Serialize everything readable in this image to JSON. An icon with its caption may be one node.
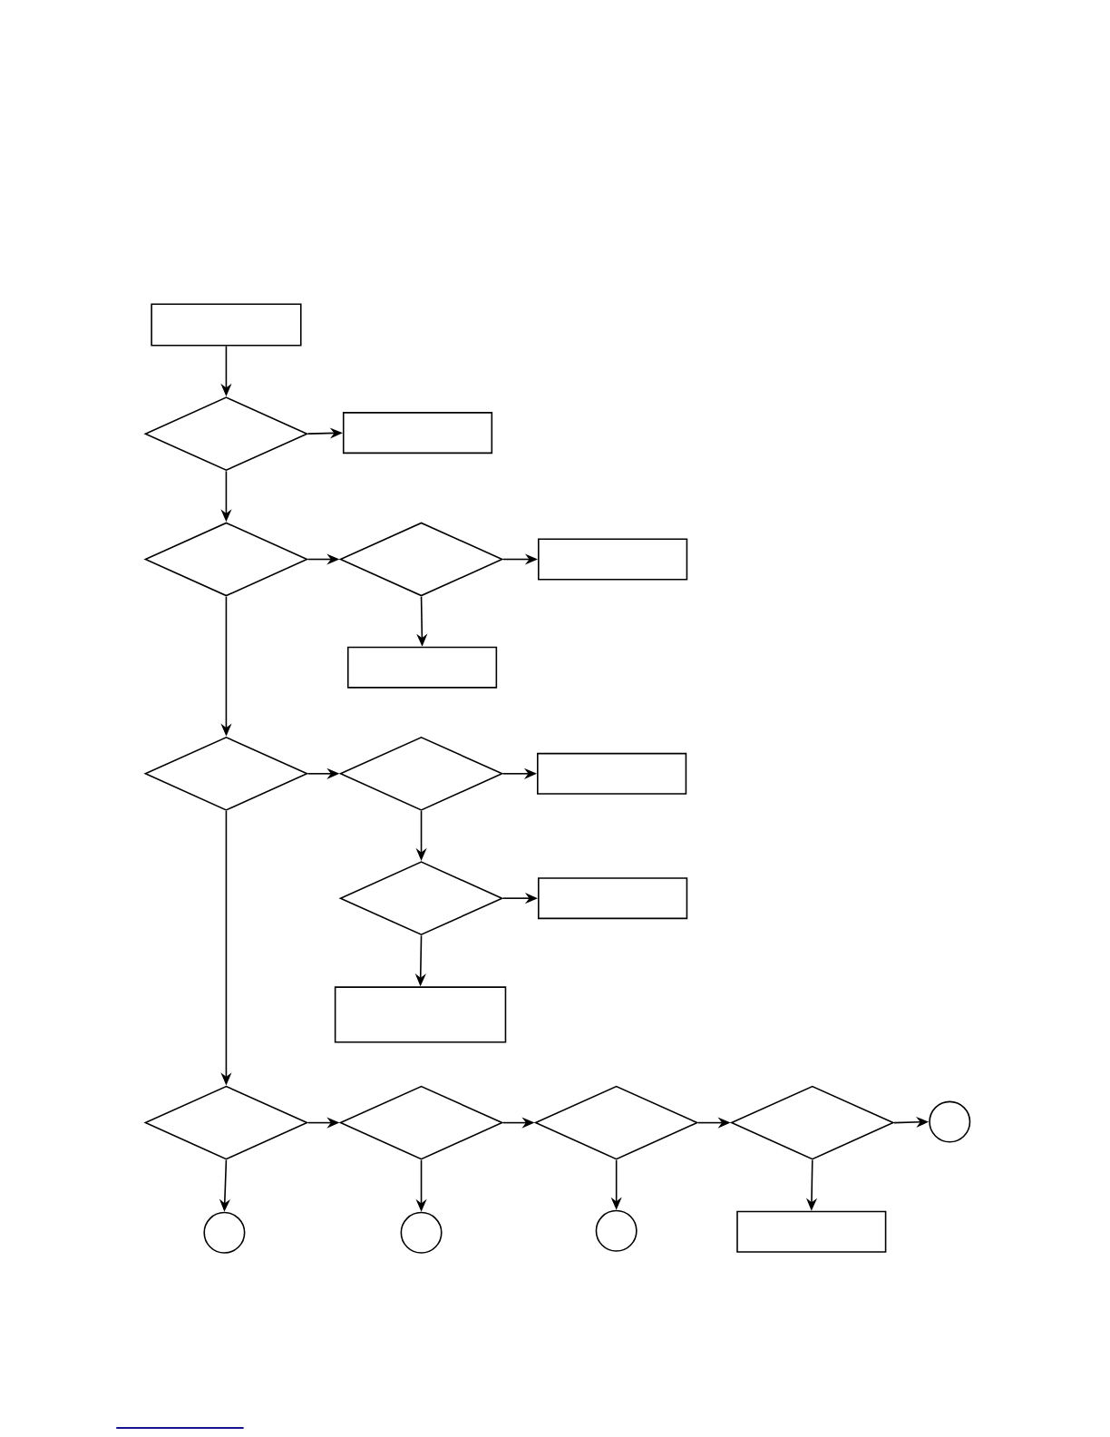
{
  "diagram": {
    "nodes": [
      {
        "text": [],
        "shape": "box"
      },
      {
        "text": [],
        "shape": "diamond"
      },
      {
        "text": [],
        "shape": "box"
      },
      {
        "text": [],
        "shape": "diamond"
      },
      {
        "text": [],
        "shape": "diamond"
      },
      {
        "text": [],
        "shape": "box"
      },
      {
        "text": [],
        "shape": "box"
      },
      {
        "text": [],
        "shape": "diamond"
      },
      {
        "text": [],
        "shape": "diamond"
      },
      {
        "text": [],
        "shape": "box"
      },
      {
        "text": [],
        "shape": "diamond"
      },
      {
        "text": [],
        "shape": "box"
      },
      {
        "text": [],
        "shape": "box"
      },
      {
        "text": [],
        "shape": "diamond"
      },
      {
        "text": [],
        "shape": "diamond"
      },
      {
        "text": [],
        "shape": "diamond"
      },
      {
        "text": [],
        "shape": "diamond"
      },
      {
        "text": [],
        "shape": "circle"
      },
      {
        "text": [],
        "shape": "circle"
      },
      {
        "text": [],
        "shape": "circle"
      },
      {
        "text": [],
        "shape": "circle"
      },
      {
        "text": [],
        "shape": "box"
      }
    ],
    "edges": [
      {
        "from": 0,
        "to": 1,
        "arrow": "to"
      },
      {
        "from": 1,
        "to": 2,
        "arrow": "to"
      },
      {
        "from": 1,
        "to": 3,
        "arrow": "to"
      },
      {
        "from": 3,
        "to": 4,
        "arrow": "to"
      },
      {
        "from": 4,
        "to": 5,
        "arrow": "to"
      },
      {
        "from": 4,
        "to": 6,
        "arrow": "to"
      },
      {
        "from": 3,
        "to": 7,
        "arrow": "to"
      },
      {
        "from": 7,
        "to": 8,
        "arrow": "to"
      },
      {
        "from": 8,
        "to": 9,
        "arrow": "to"
      },
      {
        "from": 8,
        "to": 10,
        "arrow": "to"
      },
      {
        "from": 10,
        "to": 11,
        "arrow": "to"
      },
      {
        "from": 10,
        "to": 12,
        "arrow": "to"
      },
      {
        "from": 7,
        "to": 13,
        "arrow": "to"
      },
      {
        "from": 13,
        "to": 14,
        "arrow": "to"
      },
      {
        "from": 14,
        "to": 15,
        "arrow": "to"
      },
      {
        "from": 15,
        "to": 16,
        "arrow": "to"
      },
      {
        "from": 16,
        "to": 17,
        "arrow": "to"
      },
      {
        "from": 13,
        "to": 18,
        "arrow": "to"
      },
      {
        "from": 14,
        "to": 19,
        "arrow": "to"
      },
      {
        "from": 15,
        "to": 20,
        "arrow": "to"
      },
      {
        "from": 16,
        "to": 21,
        "arrow": "to"
      }
    ]
  }
}
